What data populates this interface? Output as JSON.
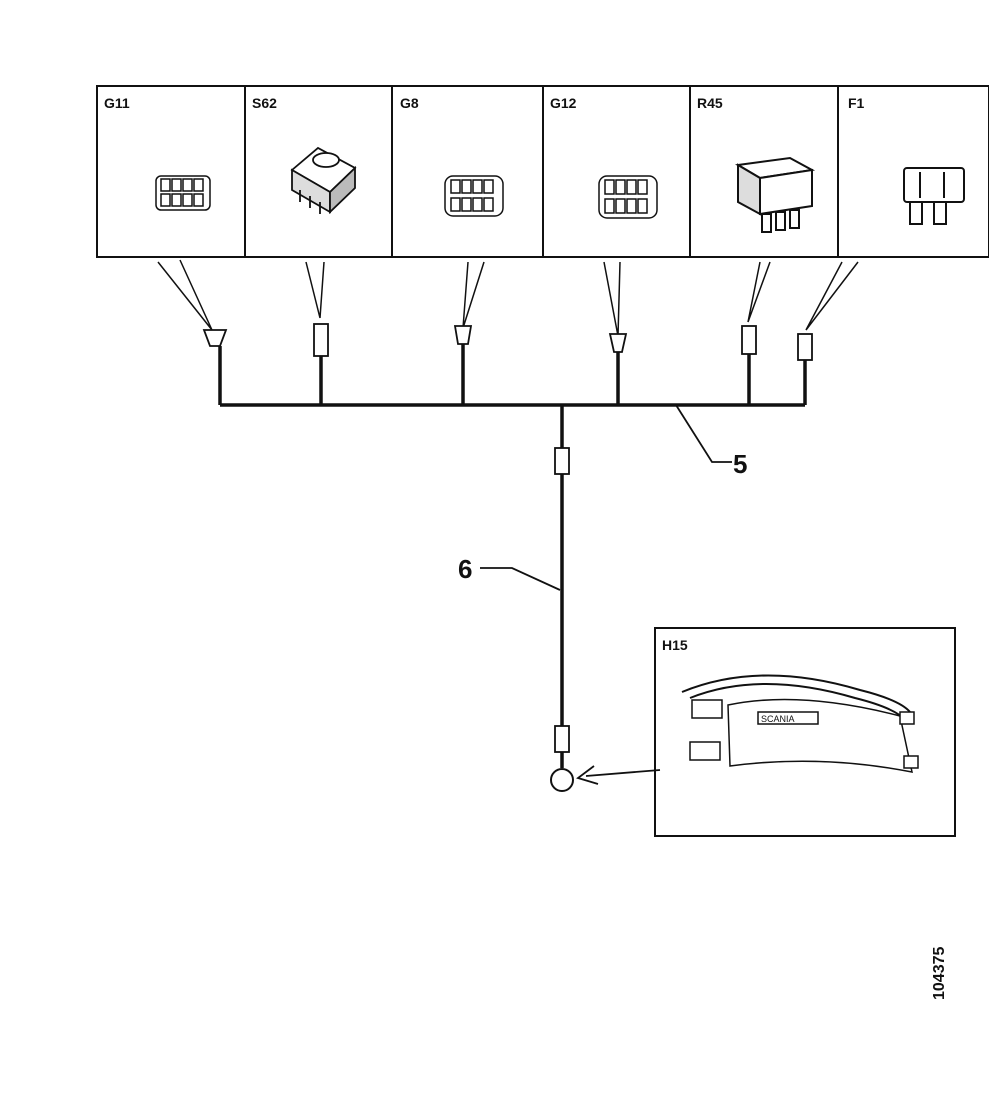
{
  "components": [
    {
      "code": "G11",
      "icon": "connector-block-icon"
    },
    {
      "code": "S62",
      "icon": "rocker-switch-icon"
    },
    {
      "code": "G8",
      "icon": "connector-block-icon"
    },
    {
      "code": "G12",
      "icon": "connector-block-icon"
    },
    {
      "code": "R45",
      "icon": "relay-icon"
    },
    {
      "code": "F1",
      "icon": "fuse-icon"
    }
  ],
  "harness_callouts": {
    "main": "5",
    "branch": "6"
  },
  "target": {
    "code": "H15",
    "brand": "SCANIA",
    "icon": "control-unit-icon"
  },
  "document_number": "104375",
  "line_color": "#111111"
}
